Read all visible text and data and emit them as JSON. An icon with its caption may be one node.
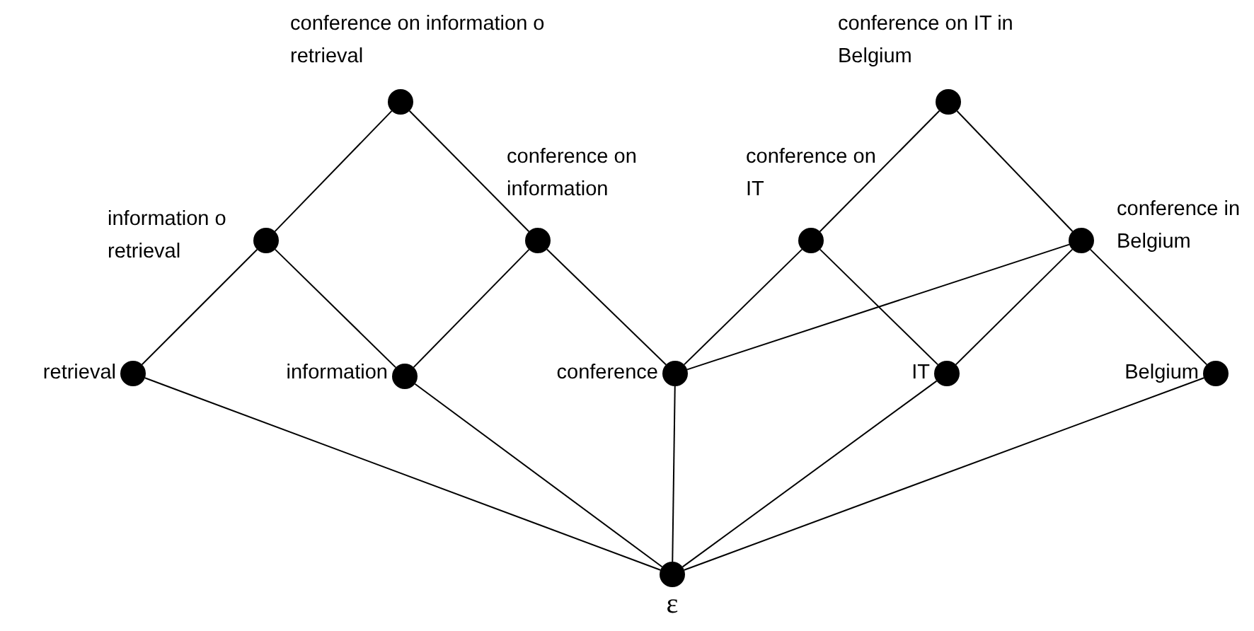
{
  "diagram": {
    "nodes": [
      {
        "text": [],
        "shape": "circle",
        "beside": [
          "conference on information o retrieval"
        ]
      },
      {
        "text": [],
        "shape": "circle",
        "beside": [
          "conference on IT in Belgium"
        ]
      },
      {
        "text": [],
        "shape": "circle",
        "beside": [
          "information o retrieval"
        ]
      },
      {
        "text": [],
        "shape": "circle",
        "beside": [
          "conference on information"
        ]
      },
      {
        "text": [],
        "shape": "circle",
        "beside": [
          "conference on IT"
        ]
      },
      {
        "text": [],
        "shape": "circle",
        "beside": [
          "conference in Belgium"
        ]
      },
      {
        "text": [],
        "shape": "circle",
        "beside": [
          "retrieval"
        ]
      },
      {
        "text": [],
        "shape": "circle",
        "beside": [
          "information"
        ]
      },
      {
        "text": [],
        "shape": "circle",
        "beside": [
          "conference"
        ]
      },
      {
        "text": [],
        "shape": "circle",
        "beside": [
          "IT"
        ]
      },
      {
        "text": [],
        "shape": "circle",
        "beside": [
          "Belgium"
        ]
      },
      {
        "text": [],
        "shape": "circle",
        "beside": [
          "ε"
        ]
      }
    ],
    "edges": [
      {
        "from": 0,
        "to": 2,
        "arrow": "none"
      },
      {
        "from": 0,
        "to": 3,
        "arrow": "none"
      },
      {
        "from": 1,
        "to": 4,
        "arrow": "none"
      },
      {
        "from": 1,
        "to": 5,
        "arrow": "none"
      },
      {
        "from": 2,
        "to": 6,
        "arrow": "none"
      },
      {
        "from": 2,
        "to": 7,
        "arrow": "none"
      },
      {
        "from": 3,
        "to": 7,
        "arrow": "none"
      },
      {
        "from": 3,
        "to": 8,
        "arrow": "none"
      },
      {
        "from": 4,
        "to": 8,
        "arrow": "none"
      },
      {
        "from": 4,
        "to": 9,
        "arrow": "none"
      },
      {
        "from": 5,
        "to": 8,
        "arrow": "none"
      },
      {
        "from": 5,
        "to": 9,
        "arrow": "none"
      },
      {
        "from": 5,
        "to": 10,
        "arrow": "none"
      },
      {
        "from": 6,
        "to": 11,
        "arrow": "none"
      },
      {
        "from": 7,
        "to": 11,
        "arrow": "none"
      },
      {
        "from": 8,
        "to": 11,
        "arrow": "none"
      },
      {
        "from": 9,
        "to": 11,
        "arrow": "none"
      },
      {
        "from": 10,
        "to": 11,
        "arrow": "none"
      }
    ]
  }
}
